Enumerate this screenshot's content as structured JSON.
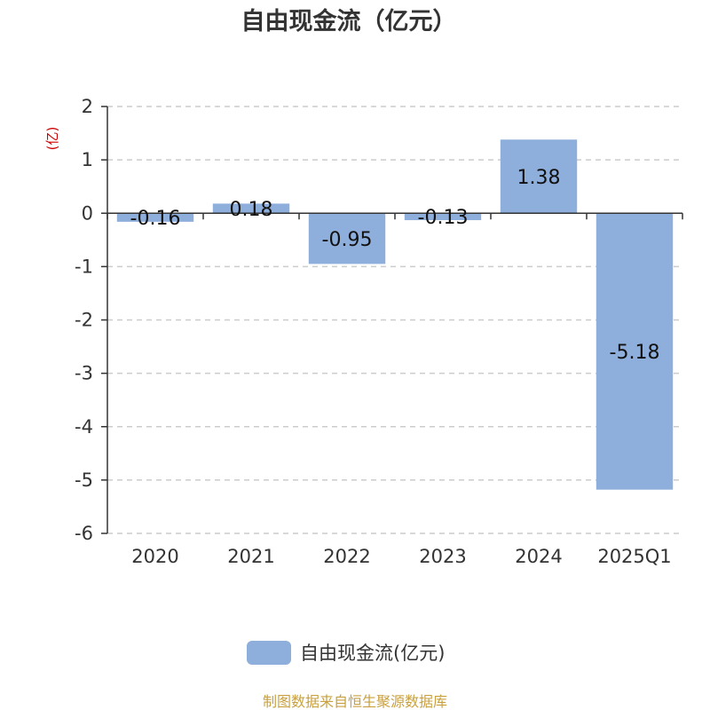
{
  "chart_data": {
    "type": "bar",
    "title": "自由现金流（亿元）",
    "ylabel": "(亿)",
    "categories": [
      "2020",
      "2021",
      "2022",
      "2023",
      "2024",
      "2025Q1"
    ],
    "series": [
      {
        "name": "自由现金流(亿元)",
        "values": [
          -0.16,
          0.18,
          -0.95,
          -0.13,
          1.38,
          -5.18
        ],
        "labels": [
          "-0.16",
          "0.18",
          "-0.95",
          "-0.13",
          "1.38",
          "-5.18"
        ]
      }
    ],
    "ylim": [
      -6,
      2
    ],
    "yticks": [
      2,
      1,
      0,
      -1,
      -2,
      -3,
      -4,
      -5,
      -6
    ],
    "grid": true,
    "legend_position": "bottom-center"
  },
  "source": "制图数据来自恒生聚源数据库",
  "colors": {
    "bar": "#8eaedb",
    "grid": "#cccccc",
    "axis": "#333333",
    "unit": "#cc0000",
    "source": "#c8a040"
  }
}
